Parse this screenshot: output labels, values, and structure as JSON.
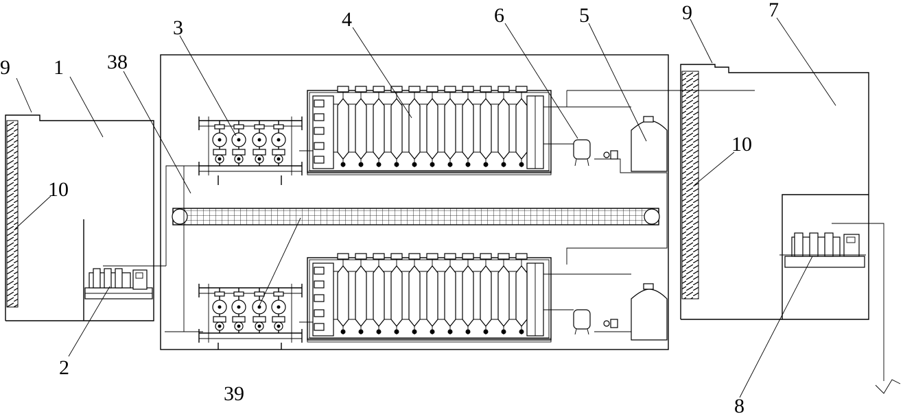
{
  "labels": {
    "l1": "1",
    "l2": "2",
    "l3": "3",
    "l4": "4",
    "l5": "5",
    "l6": "6",
    "l7": "7",
    "l8": "8",
    "l9a": "9",
    "l9b": "9",
    "l10a": "10",
    "l10b": "10",
    "l38": "38",
    "l39": "39"
  }
}
